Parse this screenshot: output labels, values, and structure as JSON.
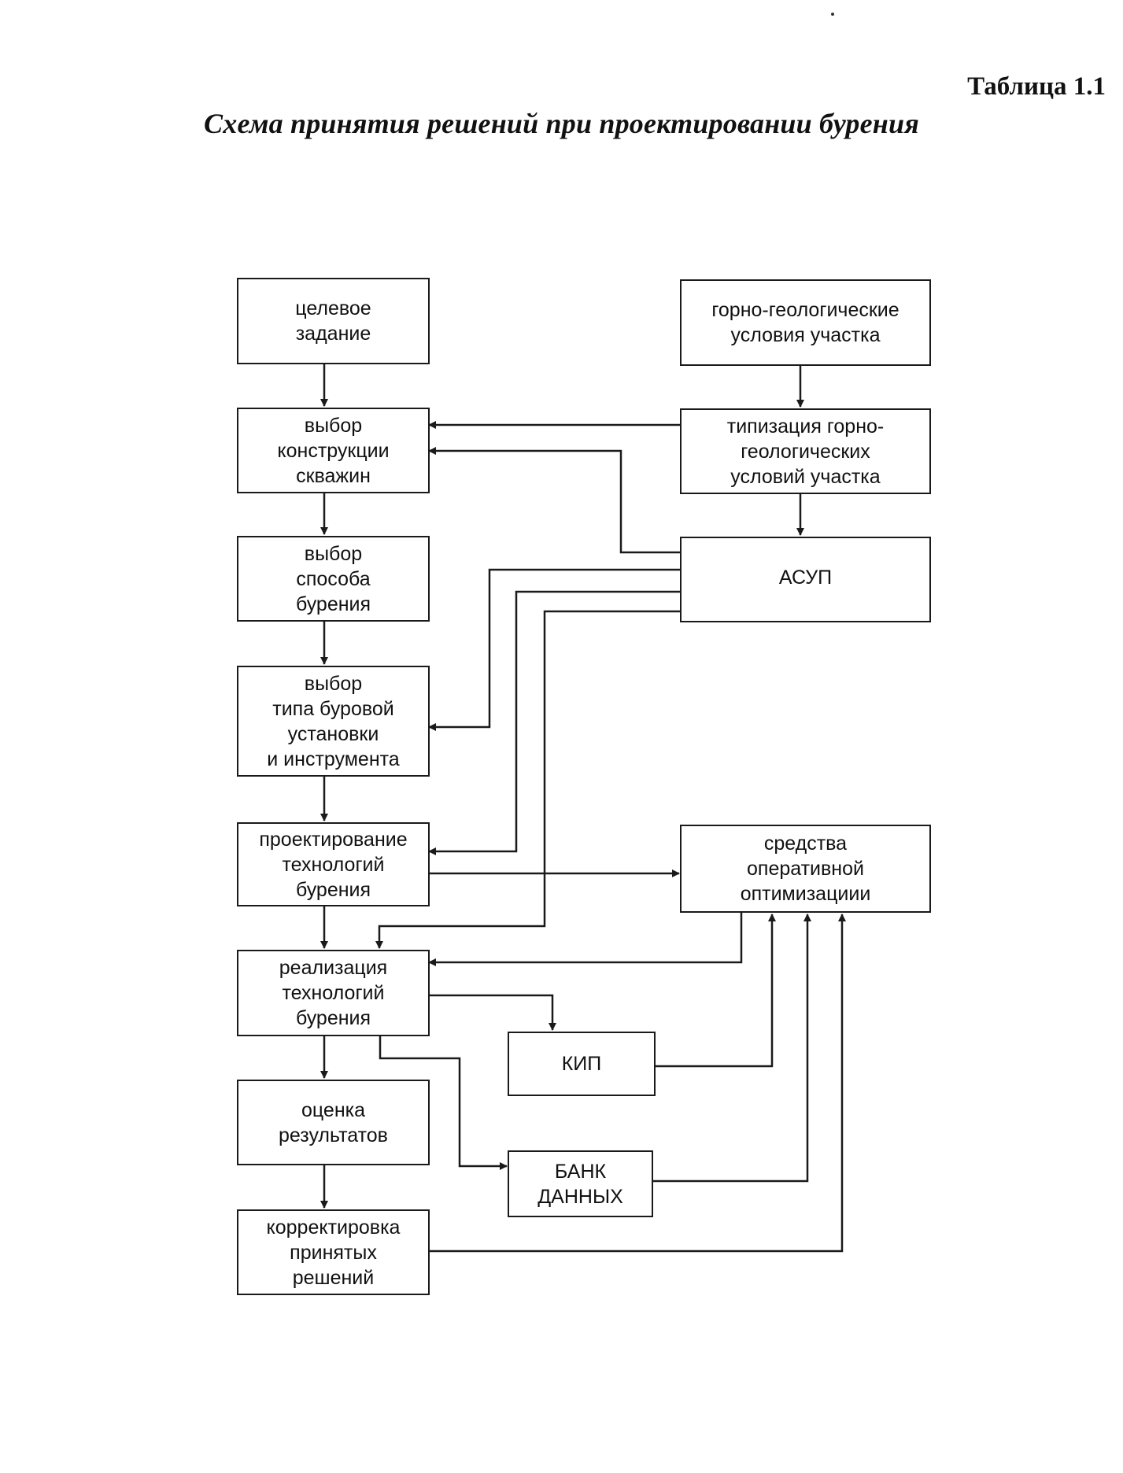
{
  "header": {
    "table_label": "Таблица 1.1",
    "title": "Схема принятия решений при проектировании бурения"
  },
  "diagram": {
    "nodes": {
      "target_task": "целевое\nзадание",
      "geo_conditions": "горно-геологические\nусловия участка",
      "well_design": "выбор\nконструкции\nскважин",
      "geo_typing": "типизация горно-\nгеологических\nусловий участка",
      "drilling_method": "выбор\nспособа\nбурения",
      "asup": "АСУП",
      "rig_type": "выбор\nтипа буровой\nустановки\nи инструмента",
      "tech_design": "проектирование\nтехнологий\nбурения",
      "optimization": "средства\nоперативной\nоптимизациии",
      "tech_implementation": "реализация\nтехнологий\nбурения",
      "kip": "КИП",
      "results_evaluation": "оценка\nрезультатов",
      "data_bank": "БАНК\nДАННЫХ",
      "decision_correction": "корректировка\nпринятых\nрешений"
    }
  }
}
